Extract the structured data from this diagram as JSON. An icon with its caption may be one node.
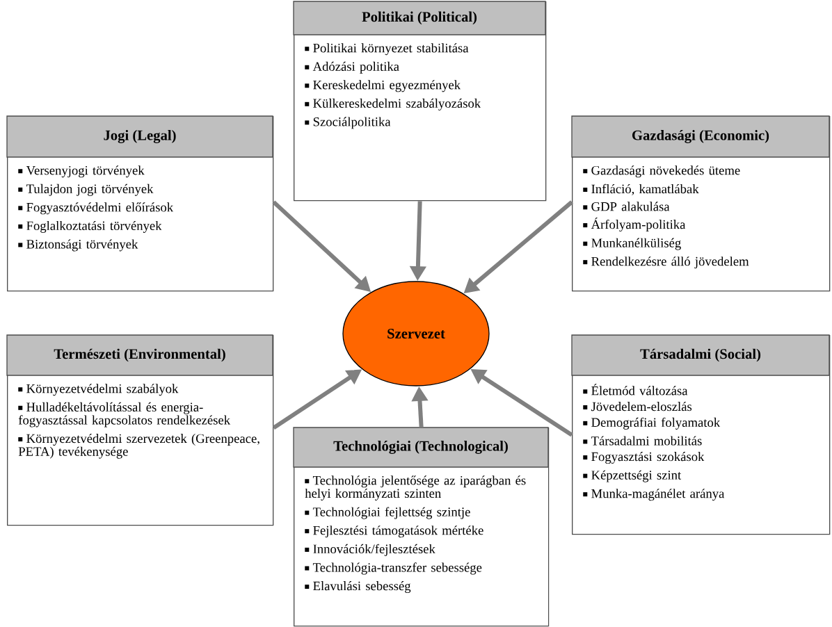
{
  "diagram": {
    "nodes": [
      {
        "text": [
          "Politikai (Political)",
          "Politikai környezet stabilitása",
          "Adózási politika",
          "Kereskedelmi egyezmények",
          "Külkereskedelmi szabályozások",
          "Szociálpolitika"
        ]
      },
      {
        "text": [
          "Jogi (Legal)",
          "Versenyjogi törvények",
          "Tulajdon jogi törvények",
          "Fogyasztóvédelmi előírások",
          "Foglalkoztatási törvények",
          "Biztonsági törvények"
        ]
      },
      {
        "text": [
          "Gazdasági (Economic)",
          "Gazdasági növekedés üteme",
          "Infláció, kamatlábak",
          "GDP alakulása",
          "Árfolyam-politika",
          "Munkanélküliség",
          "Rendelkezésre álló jövedelem"
        ]
      },
      {
        "text": [
          "Szervezet"
        ]
      },
      {
        "text": [
          "Természeti (Environmental)",
          "Környezetvédelmi szabályok",
          "Hulladékeltávolítással és energia-fogyasztással kapcsolatos rendelkezések",
          "Környezetvédelmi szervezetek (Greenpeace, PETA) tevékenysége"
        ]
      },
      {
        "text": [
          "Társadalmi (Social)",
          "Életmód változása",
          "Jövedelem-eloszlás",
          "Demográfiai folyamatok",
          "Társadalmi mobilitás",
          "Fogyasztási szokások",
          "Képzettségi szint",
          "Munka-magánélet aránya"
        ]
      },
      {
        "text": [
          "Technológiai (Technological)",
          "Technológia jelentősége az iparágban és helyi kormányzati szinten",
          "Technológiai fejlettség szintje",
          "Fejlesztési támogatások mértéke",
          "Innovációk/fejlesztések",
          "Technológia-transzfer sebessége",
          "Elavulási sebesség"
        ]
      }
    ],
    "edges": [
      {
        "from": 0,
        "to": 3,
        "arrow": "to"
      },
      {
        "from": 1,
        "to": 3,
        "arrow": "to"
      },
      {
        "from": 2,
        "to": 3,
        "arrow": "to"
      },
      {
        "from": 4,
        "to": 3,
        "arrow": "to"
      },
      {
        "from": 5,
        "to": 3,
        "arrow": "to"
      },
      {
        "from": 6,
        "to": 3,
        "arrow": "to"
      }
    ]
  }
}
